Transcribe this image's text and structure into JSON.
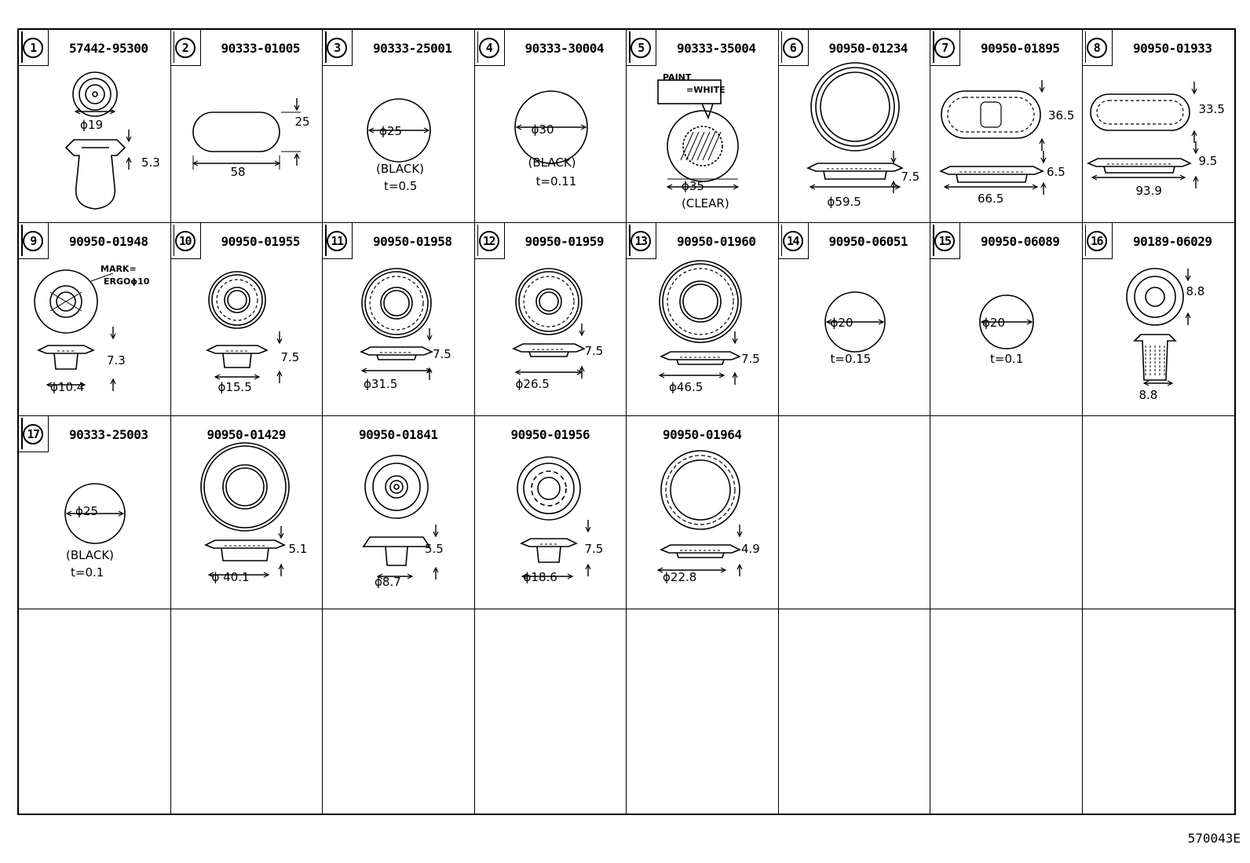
{
  "figure_code": "570043E",
  "cells": [
    {
      "index": "1",
      "part": "57442-95300",
      "labels": [
        "ϕ19",
        "5.3"
      ]
    },
    {
      "index": "2",
      "part": "90333-01005",
      "labels": [
        "25",
        "58"
      ]
    },
    {
      "index": "3",
      "part": "90333-25001",
      "labels": [
        "ϕ25",
        "(BLACK)",
        "t=0.5"
      ]
    },
    {
      "index": "4",
      "part": "90333-30004",
      "labels": [
        "ϕ30",
        "(BLACK)",
        "t=0.11"
      ]
    },
    {
      "index": "5",
      "part": "90333-35004",
      "labels": [
        "PAINT",
        "=WHITE",
        "ϕ35",
        "(CLEAR)"
      ]
    },
    {
      "index": "6",
      "part": "90950-01234",
      "labels": [
        "7.5",
        "ϕ59.5"
      ]
    },
    {
      "index": "7",
      "part": "90950-01895",
      "labels": [
        "36.5",
        "6.5",
        "66.5"
      ]
    },
    {
      "index": "8",
      "part": "90950-01933",
      "labels": [
        "33.5",
        "9.5",
        "93.9"
      ]
    },
    {
      "index": "9",
      "part": "90950-01948",
      "labels": [
        "MARK=",
        "ERGOϕ10",
        "7.3",
        "ϕ10.4"
      ]
    },
    {
      "index": "10",
      "part": "90950-01955",
      "labels": [
        "7.5",
        "ϕ15.5"
      ]
    },
    {
      "index": "11",
      "part": "90950-01958",
      "labels": [
        "7.5",
        "ϕ31.5"
      ]
    },
    {
      "index": "12",
      "part": "90950-01959",
      "labels": [
        "7.5",
        "ϕ26.5"
      ]
    },
    {
      "index": "13",
      "part": "90950-01960",
      "labels": [
        "7.5",
        "ϕ46.5"
      ]
    },
    {
      "index": "14",
      "part": "90950-06051",
      "labels": [
        "ϕ20",
        "t=0.15"
      ]
    },
    {
      "index": "15",
      "part": "90950-06089",
      "labels": [
        "ϕ20",
        "t=0.1"
      ]
    },
    {
      "index": "16",
      "part": "90189-06029",
      "labels": [
        "8.8",
        "8.8"
      ]
    },
    {
      "index": "17",
      "part": "90333-25003",
      "labels": [
        "ϕ25",
        "(BLACK)",
        "t=0.1"
      ]
    },
    {
      "index": "",
      "part": "90950-01429",
      "labels": [
        "5.1",
        "ϕ 40.1"
      ]
    },
    {
      "index": "",
      "part": "90950-01841",
      "labels": [
        "5.5",
        "ϕ8.7"
      ]
    },
    {
      "index": "",
      "part": "90950-01956",
      "labels": [
        "7.5",
        "ϕ18.6"
      ]
    },
    {
      "index": "",
      "part": "90950-01964",
      "labels": [
        "4.9",
        "ϕ22.8"
      ]
    }
  ]
}
